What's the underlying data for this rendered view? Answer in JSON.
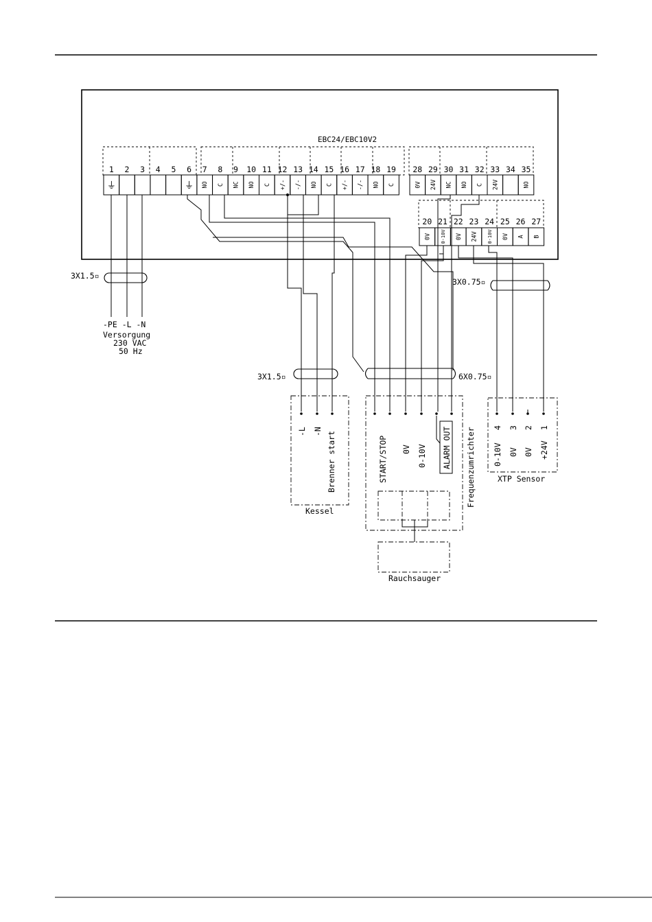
{
  "controller": {
    "model": "EBC24/EBC10V2",
    "row_a": [
      {
        "num": "1",
        "label": "⏚"
      },
      {
        "num": "2",
        "label": ""
      },
      {
        "num": "3",
        "label": ""
      },
      {
        "num": "4",
        "label": ""
      },
      {
        "num": "5",
        "label": ""
      },
      {
        "num": "6",
        "label": "⏚"
      },
      {
        "num": "7",
        "label": "NO"
      },
      {
        "num": "8",
        "label": "C"
      },
      {
        "num": "9",
        "label": "NC"
      },
      {
        "num": "10",
        "label": "NO"
      },
      {
        "num": "11",
        "label": "C"
      },
      {
        "num": "12",
        "label": "+/-"
      },
      {
        "num": "13",
        "label": "-/-"
      },
      {
        "num": "14",
        "label": "NO"
      },
      {
        "num": "15",
        "label": "C"
      },
      {
        "num": "16",
        "label": "+/-"
      },
      {
        "num": "17",
        "label": "-/-"
      },
      {
        "num": "18",
        "label": "NO"
      },
      {
        "num": "19",
        "label": "C"
      }
    ],
    "row_b": [
      {
        "num": "28",
        "label": "0V"
      },
      {
        "num": "29",
        "label": "24V"
      },
      {
        "num": "30",
        "label": "NC"
      },
      {
        "num": "31",
        "label": "NO"
      },
      {
        "num": "32",
        "label": "C"
      },
      {
        "num": "33",
        "label": "24V"
      },
      {
        "num": "34",
        "label": ""
      },
      {
        "num": "35",
        "label": "NO"
      }
    ],
    "row_c": [
      {
        "num": "20",
        "label": "0V"
      },
      {
        "num": "21",
        "label": "0-10V"
      },
      {
        "num": "22",
        "label": "0V"
      },
      {
        "num": "23",
        "label": "24V"
      },
      {
        "num": "24",
        "label": "0-10V"
      },
      {
        "num": "25",
        "label": "0V"
      },
      {
        "num": "26",
        "label": "A"
      },
      {
        "num": "27",
        "label": "B"
      }
    ]
  },
  "cables": {
    "supply": "3X1.5▫",
    "sensor": "3X0.75▫",
    "boiler": "3X1.5▫",
    "fan": "6X0.75▫"
  },
  "supply": {
    "terminals": "-PE -L -N",
    "line1": "Versorgung",
    "line2": "230 VAC",
    "line3": "50 Hz"
  },
  "boiler": {
    "title": "Kessel",
    "labels": [
      "-L",
      "-N",
      "Brenner start"
    ]
  },
  "fan": {
    "title": "Frequenzumrichter",
    "labels": [
      "START/STOP",
      "0V",
      "0-10V",
      "ALARM OUT"
    ],
    "motor_title": "Rauchsauger"
  },
  "sensor": {
    "title": "XTP Sensor",
    "pin_nums": [
      "4",
      "3",
      "2",
      "1"
    ],
    "pin_labels": [
      "0-10V",
      "0V",
      "0V",
      "+24V"
    ]
  }
}
